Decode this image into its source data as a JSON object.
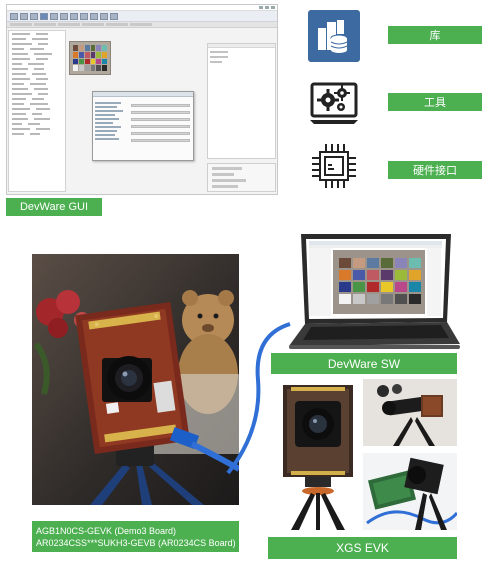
{
  "labels": {
    "library": "库",
    "tools": "工具",
    "hardware_interface": "硬件接口",
    "devware_gui": "DevWare GUI",
    "devware_sw": "DevWare SW",
    "xgs_evk": "XGS EVK",
    "board_line1": "AGB1N0CS-GEVK (Demo3 Board)",
    "board_line2": "AR0234CSS***SUKH3-GEVB (AR0234CS Board)"
  },
  "icons": {
    "library": "database-icon",
    "tools": "gears-monitor-icon",
    "hardware_interface": "chip-icon"
  },
  "colors": {
    "label_green": "#4caf50",
    "library_tile_blue": "#3d6aa1",
    "usb_cable_blue": "#2f6fd6"
  }
}
